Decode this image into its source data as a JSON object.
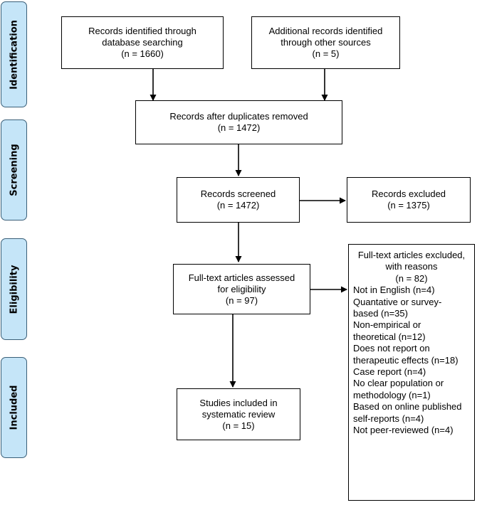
{
  "phases": {
    "identification": "Identification",
    "screening": "Screening",
    "eligibility": "Eligibility",
    "included": "Included"
  },
  "boxes": {
    "database_search": {
      "line1": "Records identified through",
      "line2": "database searching",
      "line3": "(n = 1660)"
    },
    "other_sources": {
      "line1": "Additional records identified",
      "line2": "through other sources",
      "line3": "(n = 5)"
    },
    "duplicates_removed": {
      "line1": "Records after duplicates removed",
      "line2": "(n = 1472)"
    },
    "screened": {
      "line1": "Records screened",
      "line2": "(n = 1472)"
    },
    "excluded": {
      "line1": "Records excluded",
      "line2": "(n = 1375)"
    },
    "full_text_assessed": {
      "line1": "Full-text articles assessed",
      "line2": "for eligibility",
      "line3": "(n = 97)"
    },
    "included_studies": {
      "line1": "Studies included in",
      "line2": "systematic review",
      "line3": "(n = 15)"
    }
  },
  "full_text_excluded": {
    "heading": [
      "Full-text articles excluded,",
      "with reasons",
      "(n = 82)"
    ],
    "reasons": [
      "Not in English (n=4)",
      "Quantative or survey-",
      "based (n=35)",
      "Non-empirical or",
      "theoretical (n=12)",
      "Does not report on",
      "therapeutic effects (n=18)",
      "Case report (n=4)",
      "No clear population or",
      "methodology (n=1)",
      "Based on online published",
      "self-reports (n=4)",
      "Not peer-reviewed (n=4)"
    ]
  },
  "colors": {
    "phase_fill": "#c5e5f8",
    "phase_border": "#3a5f78",
    "box_border": "#000000"
  }
}
